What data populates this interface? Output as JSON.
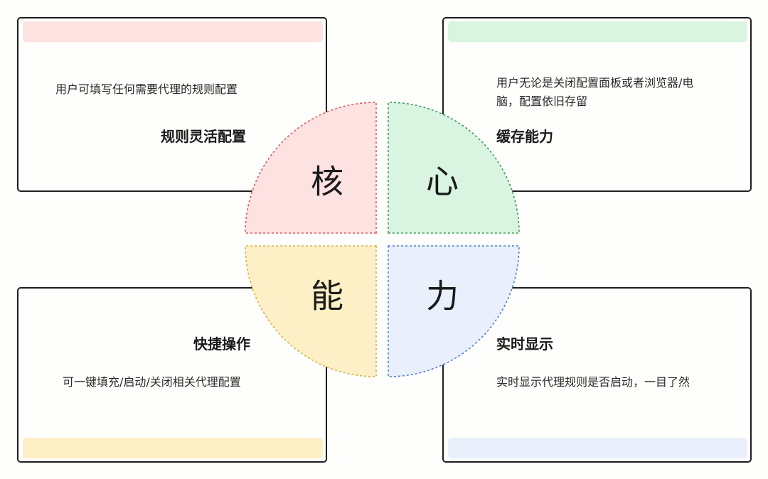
{
  "colors": {
    "red_fill": "#fde2e2",
    "red_stroke": "#e0575d",
    "green_fill": "#d9f4e0",
    "green_stroke": "#3b9e57",
    "yellow_fill": "#fdefc6",
    "yellow_stroke": "#d8b343",
    "blue_fill": "#e9f0fb",
    "blue_stroke": "#4f7fd6",
    "card_border": "#1e1e1e"
  },
  "center": {
    "chars": [
      "核",
      "心",
      "能",
      "力"
    ]
  },
  "cards": [
    {
      "id": "top-left",
      "title": "规则灵活配置",
      "description": "用户可填写任何需要代理的规则配置",
      "accent": "red"
    },
    {
      "id": "top-right",
      "title": "缓存能力",
      "description_lines": [
        "用户无论是关闭配置面板或者浏览器/电",
        "脑，配置依旧存留"
      ],
      "accent": "green"
    },
    {
      "id": "bottom-left",
      "title": "快捷操作",
      "description": "可一键填充/启动/关闭相关代理配置",
      "accent": "yellow"
    },
    {
      "id": "bottom-right",
      "title": "实时显示",
      "description": "实时显示代理规则是否启动，一目了然",
      "accent": "blue"
    }
  ]
}
